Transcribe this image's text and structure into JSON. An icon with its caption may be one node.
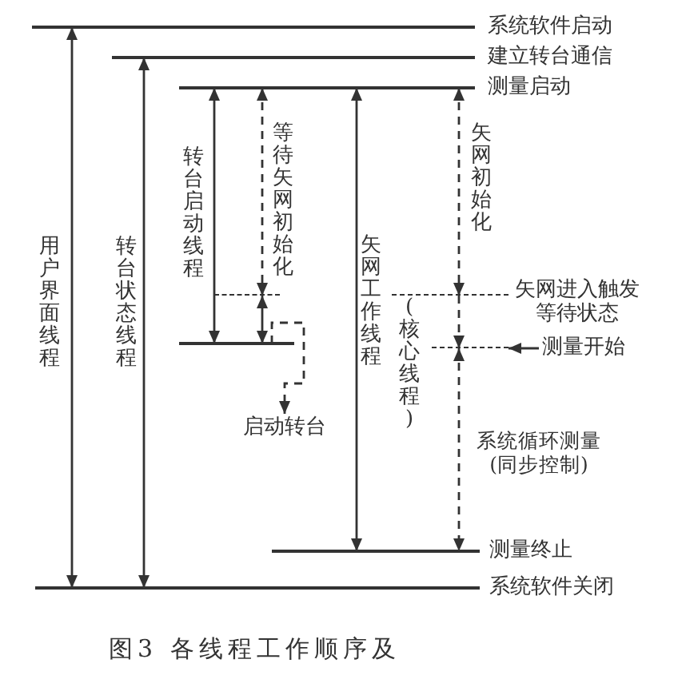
{
  "diagram": {
    "caption": "图3 各线程工作顺序及",
    "nodes": [
      {
        "text": [],
        "shape": "bar",
        "beside": [
          "系统软件启动"
        ]
      },
      {
        "text": [],
        "shape": "bar",
        "beside": [
          "建立转台通信"
        ]
      },
      {
        "text": [],
        "shape": "bar",
        "beside": [
          "测量启动"
        ]
      },
      {
        "text": [],
        "shape": "bar"
      },
      {
        "text": [],
        "shape": "bar"
      },
      {
        "text": [],
        "shape": "bar",
        "beside": [
          "矢网进入触发等待状态"
        ]
      },
      {
        "text": [],
        "shape": "bar"
      },
      {
        "text": [
          "测量开始"
        ]
      },
      {
        "text": [
          "启动转台"
        ]
      },
      {
        "text": [],
        "shape": "bar",
        "beside": [
          "测量终止"
        ]
      },
      {
        "text": [],
        "shape": "bar",
        "beside": [
          "系统软件关闭"
        ]
      }
    ],
    "edges": [
      {
        "from": 0,
        "to": 10,
        "arrow": "both",
        "label": "用户界面线程"
      },
      {
        "from": 1,
        "to": 10,
        "arrow": "both",
        "label": "转台状态线程"
      },
      {
        "from": 2,
        "to": 4,
        "arrow": "both",
        "label": "转台启动线程"
      },
      {
        "from": 2,
        "to": 3,
        "arrow": "both",
        "style": "dashed",
        "label": "等待矢网初始化"
      },
      {
        "from": 3,
        "to": 4,
        "arrow": "both"
      },
      {
        "from": 4,
        "to": 8,
        "arrow": "to",
        "style": "dashed"
      },
      {
        "from": 2,
        "to": 9,
        "arrow": "both",
        "label": "矢网工作线程"
      },
      {
        "from": 2,
        "to": 5,
        "arrow": "both",
        "style": "dashed",
        "label": "矢网初始化"
      },
      {
        "from": 5,
        "to": 6,
        "arrow": "to",
        "style": "dashed"
      },
      {
        "from": 6,
        "to": 9,
        "arrow": "both",
        "style": "dashed",
        "label": "系统循环测量(同步控制)"
      },
      {
        "from": 7,
        "to": 6,
        "arrow": "to"
      }
    ],
    "labels": [
      "(核心线程)"
    ]
  }
}
